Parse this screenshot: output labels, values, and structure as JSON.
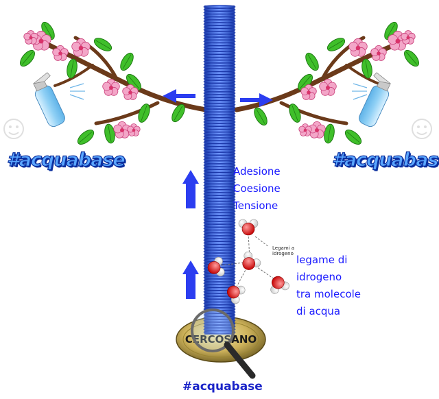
{
  "hashtags": {
    "left": "#acquabase",
    "right": "#acquabase",
    "bottom": "#acquabase"
  },
  "forces": [
    "Adesione",
    "Coesione",
    "Tensione"
  ],
  "bond_note": [
    "legame di",
    "idrogeno",
    "tra molecole",
    "di acqua"
  ],
  "molecule_callout": [
    "Legami a",
    "idrogeno"
  ],
  "logo_text": "CERCOSANO",
  "colors": {
    "trunk": "#3f6fe0",
    "arrow": "#2b3df0",
    "branch": "#6b3a1a",
    "leaf": "#3fbf2a",
    "blossom": "#f3a6c8",
    "label": "#1a1aff"
  }
}
